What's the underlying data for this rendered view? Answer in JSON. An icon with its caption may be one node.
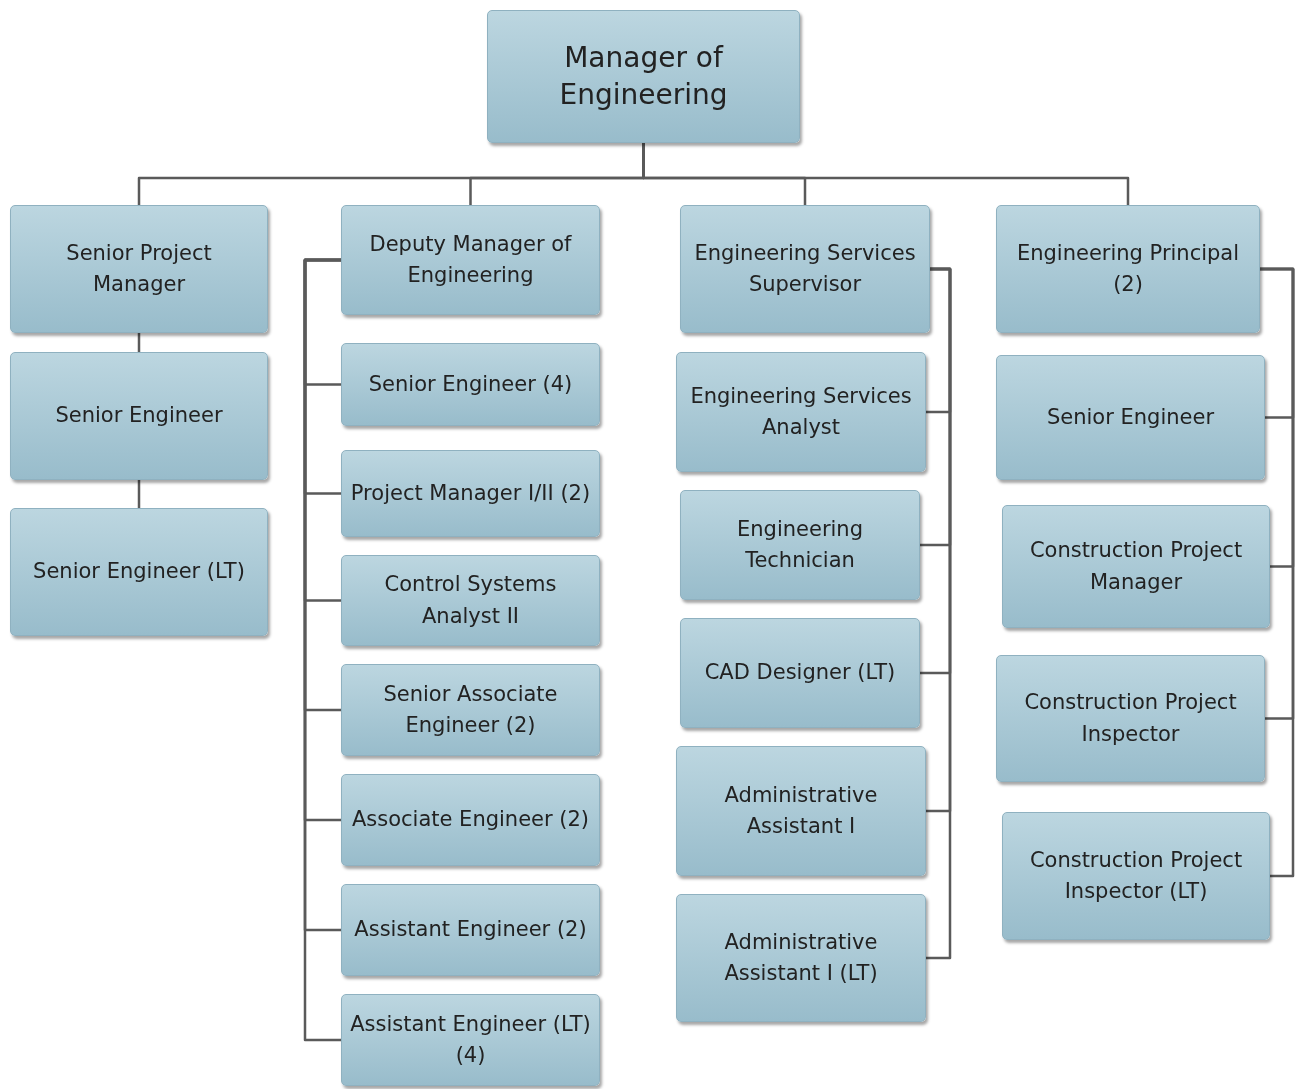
{
  "diagram": {
    "nodes": [
      {
        "text": [
          "Manager of Engineering"
        ]
      },
      {
        "text": [
          "Senior Project Manager"
        ]
      },
      {
        "text": [
          "Senior Engineer"
        ]
      },
      {
        "text": [
          "Senior Engineer (LT)"
        ]
      },
      {
        "text": [
          "Deputy Manager of Engineering"
        ]
      },
      {
        "text": [
          "Senior Engineer (4)"
        ]
      },
      {
        "text": [
          "Project Manager I/II (2)"
        ]
      },
      {
        "text": [
          "Control Systems Analyst II"
        ]
      },
      {
        "text": [
          "Senior Associate Engineer (2)"
        ]
      },
      {
        "text": [
          "Associate Engineer (2)"
        ]
      },
      {
        "text": [
          "Assistant Engineer (2)"
        ]
      },
      {
        "text": [
          "Assistant Engineer (LT) (4)"
        ]
      },
      {
        "text": [
          "Engineering Services Supervisor"
        ]
      },
      {
        "text": [
          "Engineering Services Analyst"
        ]
      },
      {
        "text": [
          "Engineering Technician"
        ]
      },
      {
        "text": [
          "CAD Designer (LT)"
        ]
      },
      {
        "text": [
          "Administrative Assistant I"
        ]
      },
      {
        "text": [
          "Administrative Assistant I (LT)"
        ]
      },
      {
        "text": [
          "Engineering Principal (2)"
        ]
      },
      {
        "text": [
          "Senior Engineer"
        ]
      },
      {
        "text": [
          "Construction Project Manager"
        ]
      },
      {
        "text": [
          "Construction Project Inspector"
        ]
      },
      {
        "text": [
          "Construction Project Inspector (LT)"
        ]
      }
    ],
    "edges": [
      {
        "from": 0,
        "to": 1,
        "arrow": "none"
      },
      {
        "from": 0,
        "to": 4,
        "arrow": "none"
      },
      {
        "from": 0,
        "to": 12,
        "arrow": "none"
      },
      {
        "from": 0,
        "to": 18,
        "arrow": "none"
      },
      {
        "from": 1,
        "to": 2,
        "arrow": "none"
      },
      {
        "from": 2,
        "to": 3,
        "arrow": "none"
      },
      {
        "from": 4,
        "to": 5,
        "arrow": "none"
      },
      {
        "from": 4,
        "to": 6,
        "arrow": "none"
      },
      {
        "from": 4,
        "to": 7,
        "arrow": "none"
      },
      {
        "from": 4,
        "to": 8,
        "arrow": "none"
      },
      {
        "from": 4,
        "to": 9,
        "arrow": "none"
      },
      {
        "from": 4,
        "to": 10,
        "arrow": "none"
      },
      {
        "from": 4,
        "to": 11,
        "arrow": "none"
      },
      {
        "from": 12,
        "to": 13,
        "arrow": "none"
      },
      {
        "from": 12,
        "to": 14,
        "arrow": "none"
      },
      {
        "from": 12,
        "to": 15,
        "arrow": "none"
      },
      {
        "from": 12,
        "to": 16,
        "arrow": "none"
      },
      {
        "from": 12,
        "to": 17,
        "arrow": "none"
      },
      {
        "from": 18,
        "to": 19,
        "arrow": "none"
      },
      {
        "from": 18,
        "to": 20,
        "arrow": "none"
      },
      {
        "from": 18,
        "to": 21,
        "arrow": "none"
      },
      {
        "from": 18,
        "to": 22,
        "arrow": "none"
      }
    ]
  }
}
